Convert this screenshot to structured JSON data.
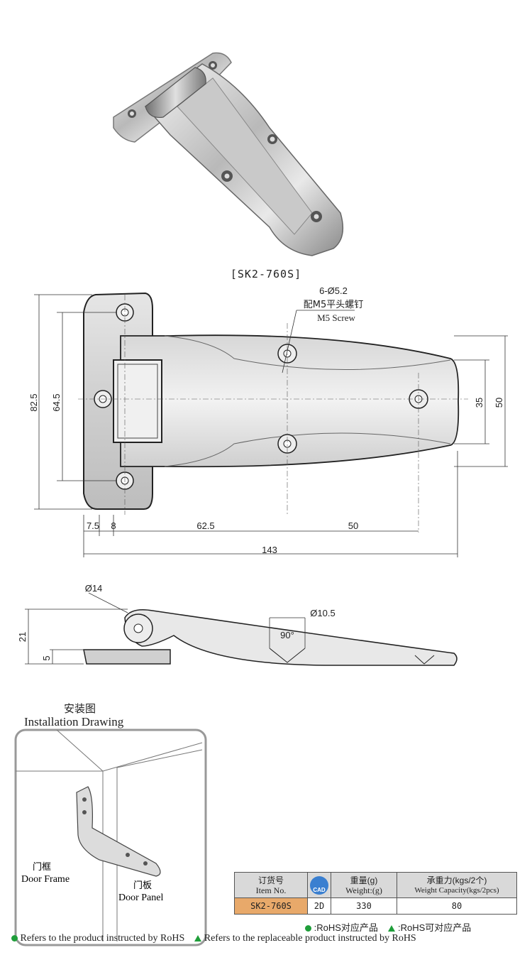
{
  "product": {
    "model": "[SK2-760S]"
  },
  "top_view": {
    "hole_label": "6-Ø5.2",
    "screw_cn": "配M5平头螺钉",
    "screw_en": "M5 Screw",
    "dims": {
      "overall_height": "82.5",
      "hole_spacing_v": "64.5",
      "leaf_inner": "35",
      "leaf_outer": "50",
      "d1": "7.5",
      "d2": "8",
      "d3": "62.5",
      "d4": "50",
      "overall_length": "143"
    }
  },
  "side_view": {
    "pin_dia": "Ø14",
    "countersink_dia": "Ø10.5",
    "angle": "90°",
    "height": "21",
    "thickness": "5"
  },
  "installation": {
    "title_cn": "安装图",
    "title_en": "Installation Drawing",
    "frame_cn": "门框",
    "frame_en": "Door Frame",
    "panel_cn": "门板",
    "panel_en": "Door Panel"
  },
  "spec_table": {
    "headers": [
      {
        "cn": "订货号",
        "en": "Item No."
      },
      {
        "cn": "",
        "en": "CAD"
      },
      {
        "cn": "重量(g)",
        "en": "Weight:(g)"
      },
      {
        "cn": "承重力(kgs/2个)",
        "en": "Weight Capacity(kgs/2pcs)"
      }
    ],
    "row": {
      "item": "SK2-760S",
      "cad": "2D",
      "weight": "330",
      "capacity": "80"
    }
  },
  "legend": {
    "rohs_cn": ":RoHS对应产品",
    "rohs_replace_cn": ":RoHS可对应产品",
    "rohs_en": "Refers to the product instructed by RoHS",
    "rohs_replace_en": "Refers to the replaceable product instructed by RoHS",
    "colors": {
      "mark": "#1f9e3a",
      "model_cell": "#e8a96a",
      "header": "#d9d9d9"
    }
  }
}
